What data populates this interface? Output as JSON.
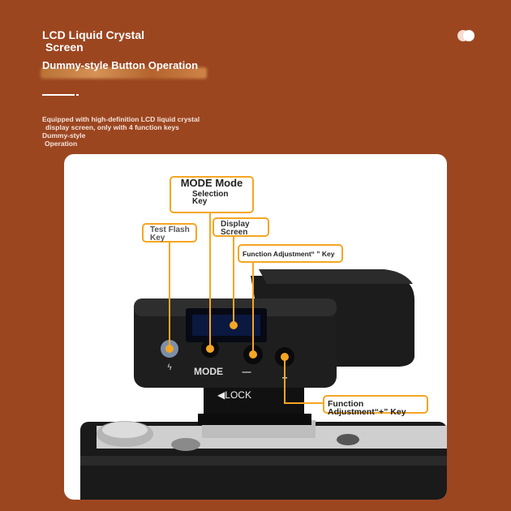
{
  "header": {
    "title_line1": "LCD Liquid Crystal",
    "title_line2": "Screen",
    "subtitle": "Dummy-style Button Operation",
    "description_line1": "Equipped with high-definition LCD liquid crystal",
    "description_line2": "display screen, only with 4 function keys",
    "description2_line1": "Dummy-style",
    "description2_line2": "Operation"
  },
  "callouts": {
    "mode_title": "MODE Mode",
    "mode_sub1": "Selection",
    "mode_sub2": "Key",
    "test_flash1": "Test Flash",
    "test_flash2": "Key",
    "display1": "Display",
    "display2": "Screen",
    "function_minus": "Function Adjustment“ ” Key",
    "function_plus": "Function Adjustment“+” Key"
  },
  "device": {
    "mode_label": "MODE",
    "lock_label": "◀LOCK",
    "minus_symbol": "—",
    "plus_symbol": "+",
    "flash_symbol": "ϟ"
  },
  "colors": {
    "background": "#9c4620",
    "accent": "#f5a623"
  }
}
